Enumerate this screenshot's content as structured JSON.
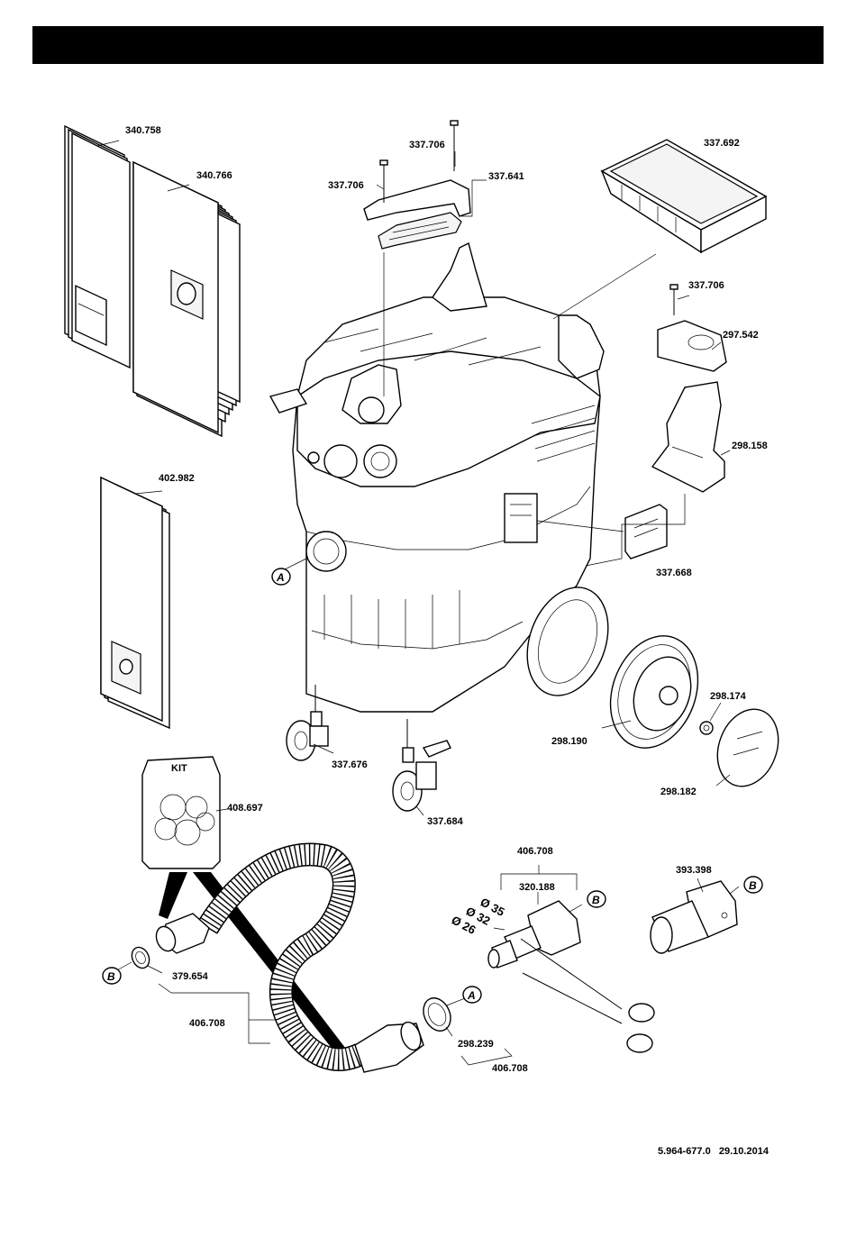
{
  "parts": {
    "p340758": "340.758",
    "p340766": "340.766",
    "p402982": "402.982",
    "p337706a": "337.706",
    "p337706b": "337.706",
    "p337641": "337.641",
    "p337692": "337.692",
    "p337706c": "337.706",
    "p297542": "297.542",
    "p298158": "298.158",
    "p337668": "337.668",
    "p298174": "298.174",
    "p298190": "298.190",
    "p298182": "298.182",
    "p337676": "337.676",
    "p337684": "337.684",
    "p408697": "408.697",
    "p379654": "379.654",
    "p406708a": "406.708",
    "p298239": "298.239",
    "p406708b": "406.708",
    "p406708c": "406.708",
    "p320188": "320.188",
    "p393398": "393.398"
  },
  "callouts": {
    "a1": "A",
    "a2": "A",
    "b1": "B",
    "b2": "B",
    "b3": "B"
  },
  "kit_label": "KIT",
  "diameters": [
    "Ø 35",
    "Ø 32",
    "Ø 26"
  ],
  "footer": "5.964-677.0   29.10.2014"
}
